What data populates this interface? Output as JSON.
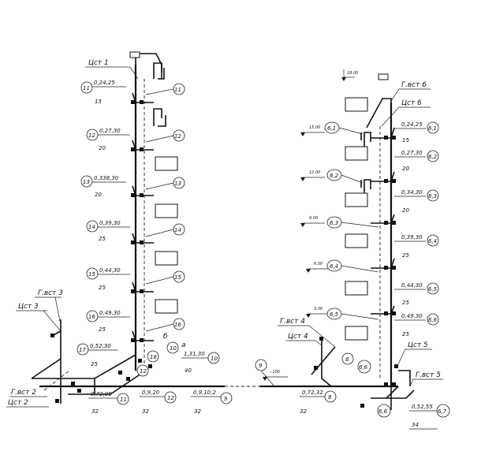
{
  "left": {
    "riser_labels": [
      {
        "id": "tst1",
        "text": "Цст 1"
      },
      {
        "id": "gvst3",
        "text": "Г.вст 3"
      },
      {
        "id": "tst3",
        "text": "Цст 3"
      },
      {
        "id": "gvst2",
        "text": "Г.вст 2"
      },
      {
        "id": "tst2",
        "text": "Цст 2"
      }
    ],
    "floor_nodes": [
      "11",
      "12",
      "13",
      "14",
      "15",
      "16"
    ],
    "node_labels": [
      {
        "num": "11",
        "spec": "0,24,25",
        "dia": "15"
      },
      {
        "num": "12",
        "spec": "0,27,30",
        "dia": "20"
      },
      {
        "num": "13",
        "spec": "0,338,30",
        "dia": "20"
      },
      {
        "num": "14",
        "spec": "0,39,30",
        "dia": "25"
      },
      {
        "num": "15",
        "spec": "0,44,30",
        "dia": "25"
      },
      {
        "num": "16",
        "spec": "0,49,30",
        "dia": "25"
      },
      {
        "num": "17",
        "spec": "0,52,30",
        "dia": "25"
      }
    ],
    "bottom_labels": [
      {
        "num": "11",
        "spec": "0,72,05",
        "dia": "32"
      },
      {
        "num": "12",
        "spec": "0,9,20",
        "dia": "32"
      },
      {
        "num": "9",
        "spec": "0,9,10,2",
        "dia": "32"
      },
      {
        "num": "10",
        "spec": "1,31,30",
        "dia": "40"
      }
    ],
    "misc": {
      "node10": "10",
      "node12": "12",
      "node16": "16",
      "letter_b": "б",
      "letter_a": "а"
    }
  },
  "middle": {
    "node9": "9"
  },
  "right": {
    "riser_labels": [
      {
        "id": "gvst6",
        "text": "Г.вст 6"
      },
      {
        "id": "tst6",
        "text": "Цст 6"
      },
      {
        "id": "gvst4",
        "text": "Г.вст 4"
      },
      {
        "id": "tst4",
        "text": "Цст 4"
      },
      {
        "id": "tst5",
        "text": "Цст 5"
      },
      {
        "id": "gvst5",
        "text": "Г.вст 5"
      }
    ],
    "elevations": [
      "18.00",
      "15.00",
      "12.00",
      "9.00",
      "6.00",
      "3.00",
      "-.100"
    ],
    "floor_nodes": [
      "6,1",
      "6,2",
      "6,3",
      "6,4",
      "6,5",
      "6,6"
    ],
    "node_labels": [
      {
        "num": "6,1",
        "spec": "0,24,25",
        "dia": "15"
      },
      {
        "num": "6,2",
        "spec": "0,27,30",
        "dia": "20"
      },
      {
        "num": "6,3",
        "spec": "0,34,30",
        "dia": "20"
      },
      {
        "num": "6,4",
        "spec": "0,39,30",
        "dia": "25"
      },
      {
        "num": "6,5",
        "spec": "0,44,30",
        "dia": "25"
      },
      {
        "num": "6,6",
        "spec": "0,49,30",
        "dia": "25"
      }
    ],
    "bottom": [
      {
        "num": "8",
        "spec": "0,72,32",
        "dia": "32"
      },
      {
        "num": "6,7",
        "spec": "0,52,55",
        "dia": "34"
      }
    ],
    "misc": {
      "node8": "8",
      "node66a": "6,6",
      "node66b": "6,6"
    }
  }
}
